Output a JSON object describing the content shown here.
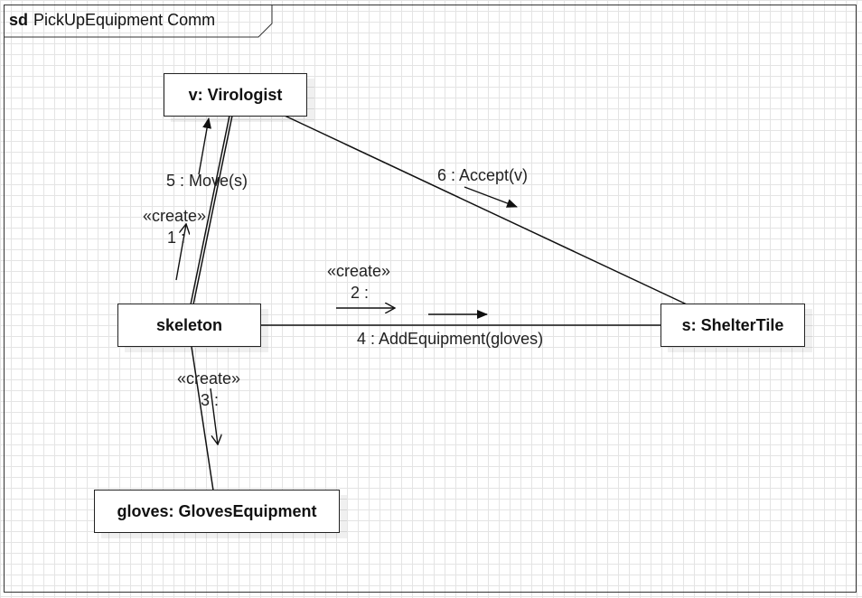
{
  "frame": {
    "keyword": "sd",
    "name": "PickUpEquipment Comm"
  },
  "objects": {
    "virologist": "v: Virologist",
    "skeleton": "skeleton",
    "shelter": "s: ShelterTile",
    "gloves": "gloves: GlovesEquipment"
  },
  "messages": {
    "m1_stereotype": "«create»",
    "m1_label": "1 :",
    "m2_stereotype": "«create»",
    "m2_label": "2 :",
    "m3_stereotype": "«create»",
    "m3_label": "3 :",
    "m4_label": "4 : AddEquipment(gloves)",
    "m5_label": "5 : Move(s)",
    "m6_label": "6 : Accept(v)"
  },
  "colors": {
    "line": "#111111",
    "grid": "#e4e4e4"
  }
}
